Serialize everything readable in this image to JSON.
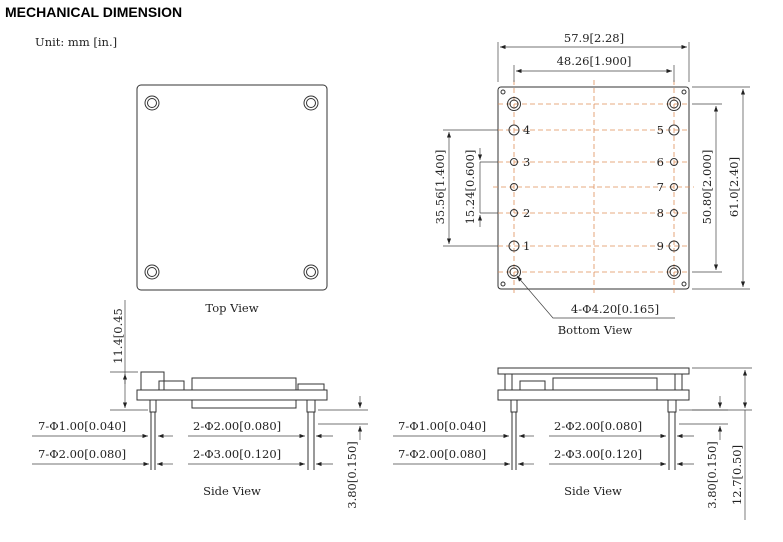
{
  "title": "MECHANICAL DIMENSION",
  "unit_label": "Unit: mm [in.]",
  "top_view": {
    "label": "Top View"
  },
  "bottom_view": {
    "label": "Bottom View",
    "width_overall": "57.9[2.28]",
    "width_pins": "48.26[1.900]",
    "height_pins": "50.80[2.000]",
    "height_overall": "61.0[2.40]",
    "pin_span_outer": "35.56[1.400]",
    "pin_span_inner": "15.24[0.600]",
    "mount_holes": "4-Φ4.20[0.165]",
    "pins_left": [
      "4",
      "3",
      "2",
      "1"
    ],
    "pins_right": [
      "5",
      "6",
      "7",
      "8",
      "9"
    ]
  },
  "side_view_left": {
    "label": "Side View",
    "height": "11.4[0.45",
    "pin_small_dia": "7-Φ1.00[0.040]",
    "pin_small_shoulder": "7-Φ2.00[0.080]",
    "pin_large_dia": "2-Φ2.00[0.080]",
    "pin_large_shoulder": "2-Φ3.00[0.120]",
    "pin_length": "3.80[0.150]"
  },
  "side_view_right": {
    "label": "Side View",
    "pin_small_dia": "7-Φ1.00[0.040]",
    "pin_small_shoulder": "7-Φ2.00[0.080]",
    "pin_large_dia": "2-Φ2.00[0.080]",
    "pin_large_shoulder": "2-Φ3.00[0.120]",
    "pin_length": "3.80[0.150]",
    "total_height": "12.7[0.50]"
  }
}
